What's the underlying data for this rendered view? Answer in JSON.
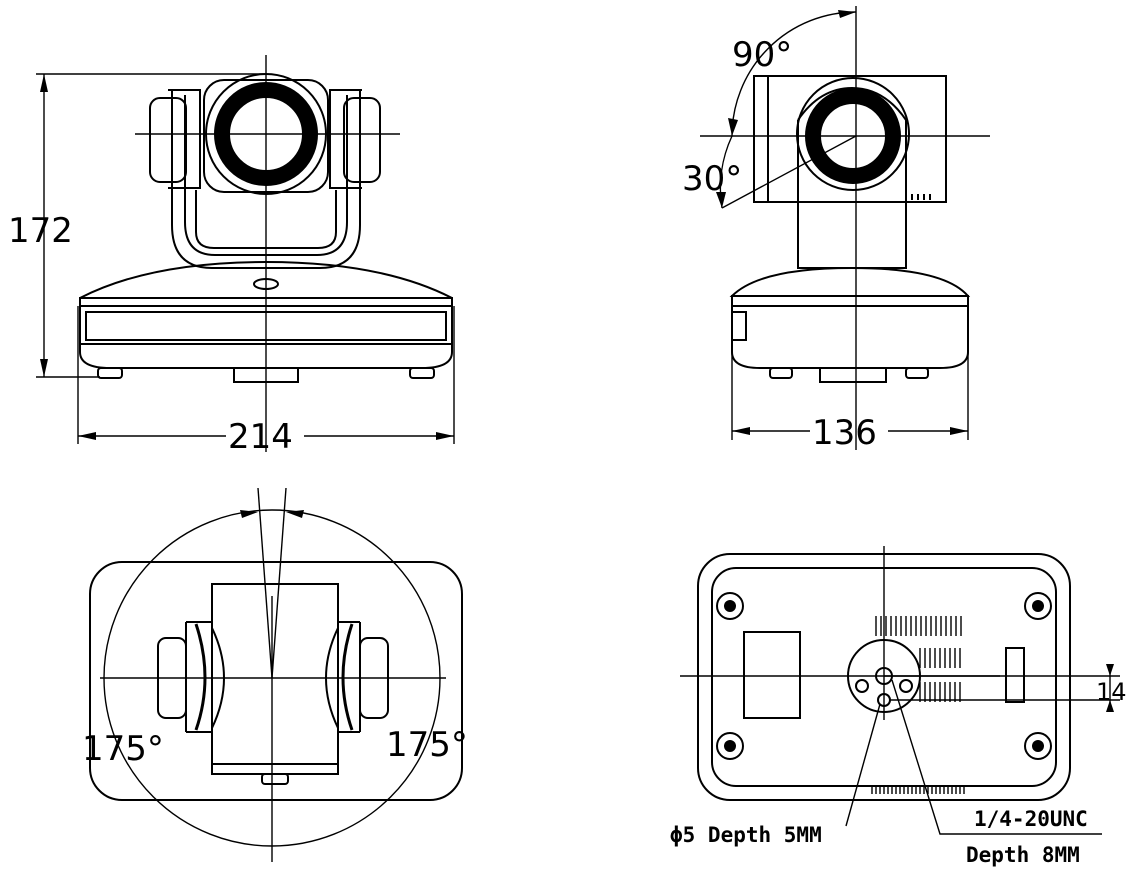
{
  "front_view": {
    "height_label": "172",
    "width_label": "214"
  },
  "side_view": {
    "tilt_up_label": "90°",
    "tilt_down_label": "30°",
    "depth_label": "136"
  },
  "top_view": {
    "pan_left_label": "175°",
    "pan_right_label": "175°"
  },
  "bottom_view": {
    "offset_label": "14",
    "hole_note": "ϕ5 Depth 5MM",
    "thread_note_line1": "1/4-20UNC",
    "thread_note_line2": "Depth 8MM"
  }
}
